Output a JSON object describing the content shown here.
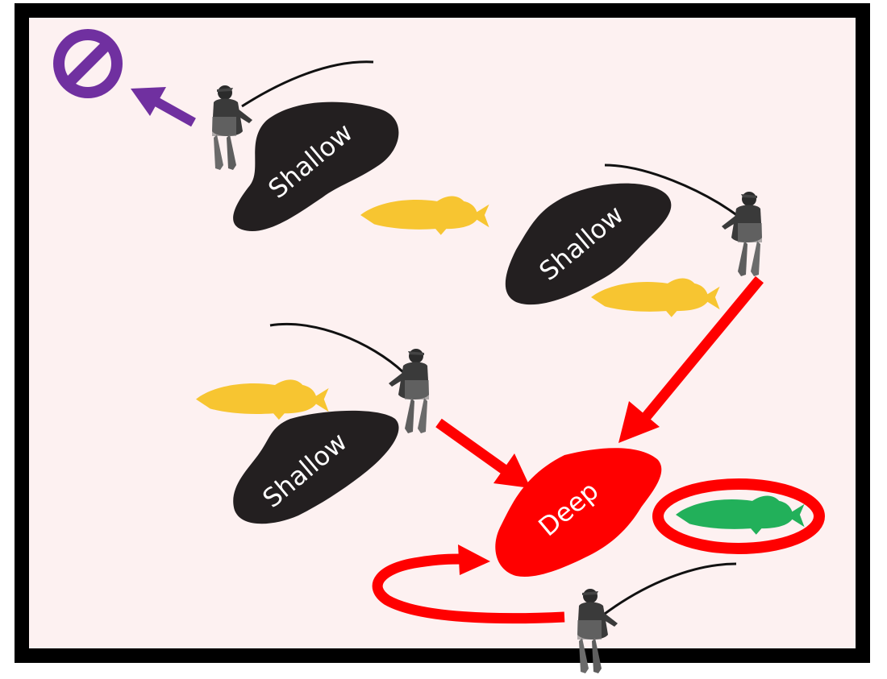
{
  "diagram": {
    "pools": [
      {
        "label": "Shallow",
        "kind": "shallow"
      },
      {
        "label": "Shallow",
        "kind": "shallow"
      },
      {
        "label": "Shallow",
        "kind": "shallow"
      },
      {
        "label": "Deep",
        "kind": "deep"
      }
    ],
    "icons": {
      "prohibited": "no-entry-icon",
      "angler": "angler-icon",
      "fish": "trout-icon"
    },
    "colors": {
      "background": "#fdf1f1",
      "frame": "#000000",
      "shallow_pool": "#231f20",
      "deep_pool": "#ff0000",
      "arrow_red": "#ff0000",
      "arrow_purple": "#7030a0",
      "fish_yellow": "#f7c531",
      "fish_green": "#22b05a",
      "label_text": "#ffffff"
    }
  }
}
